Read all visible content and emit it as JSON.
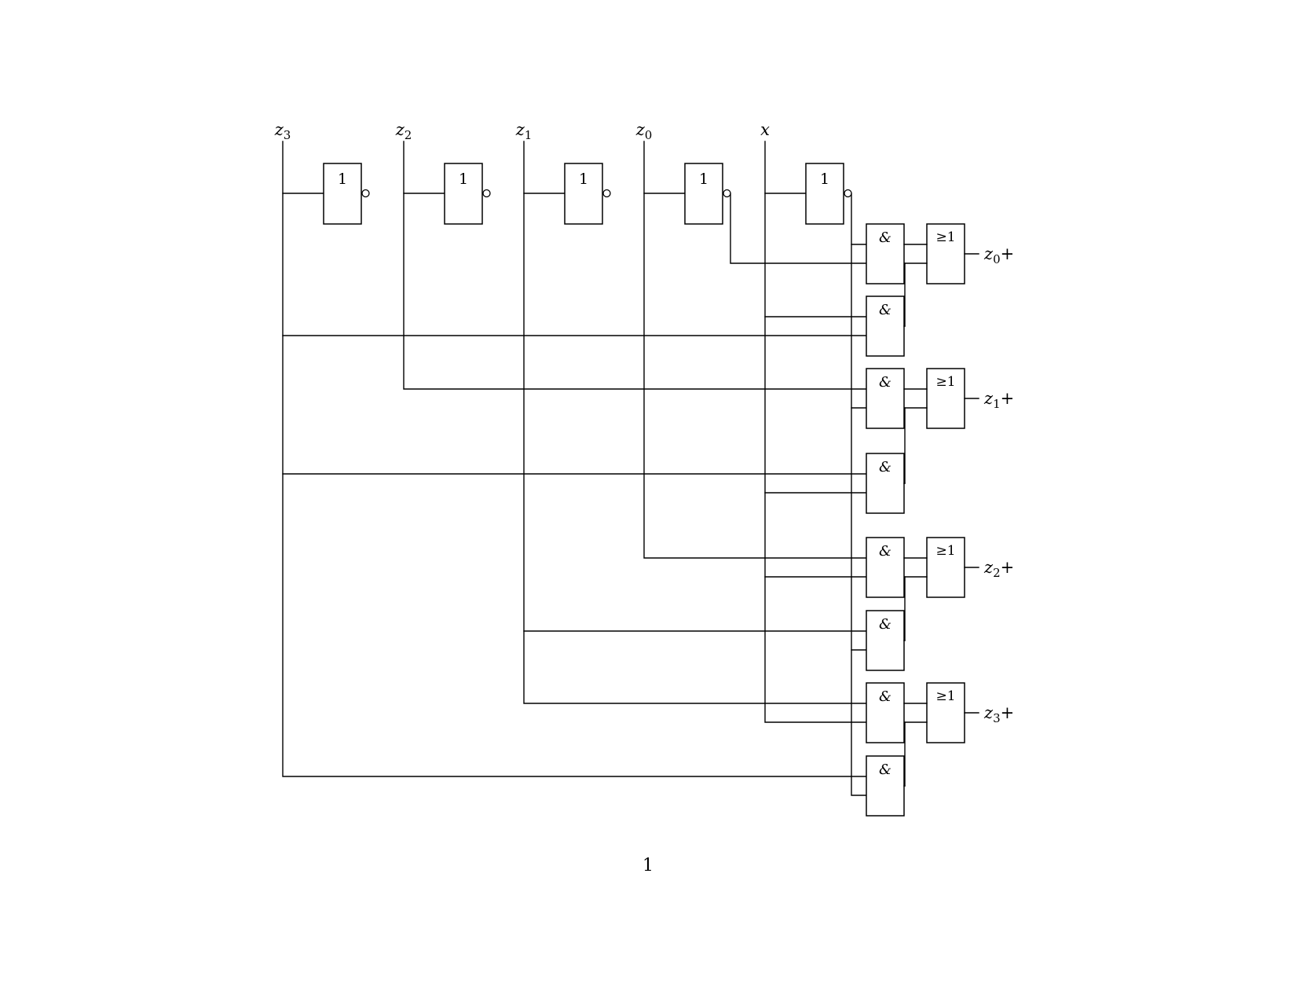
{
  "diagram": {
    "background": "#ffffff",
    "line_color": "#000000",
    "inputs": [
      {
        "name": "z3",
        "base": "z",
        "subscript": "3"
      },
      {
        "name": "z2",
        "base": "z",
        "subscript": "2"
      },
      {
        "name": "z1",
        "base": "z",
        "subscript": "1"
      },
      {
        "name": "z0",
        "base": "z",
        "subscript": "0"
      },
      {
        "name": "x",
        "base": "x",
        "subscript": ""
      }
    ],
    "outputs": [
      {
        "name": "z0_next",
        "base": "z",
        "subscript": "0",
        "suffix": "+"
      },
      {
        "name": "z1_next",
        "base": "z",
        "subscript": "1",
        "suffix": "+"
      },
      {
        "name": "z2_next",
        "base": "z",
        "subscript": "2",
        "suffix": "+"
      },
      {
        "name": "z3_next",
        "base": "z",
        "subscript": "3",
        "suffix": "+"
      }
    ],
    "gate_labels": {
      "inverter": "1",
      "and": "&",
      "or": "≥1"
    },
    "page_number": "1"
  }
}
